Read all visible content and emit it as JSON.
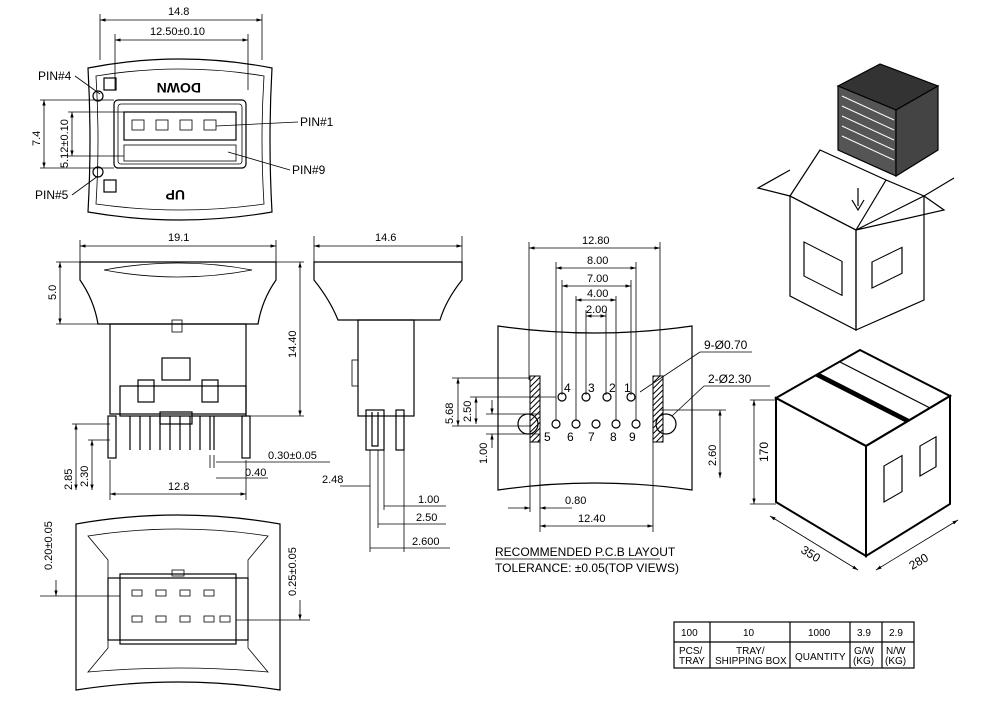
{
  "top_view": {
    "width_overall": "14.8",
    "width_inner": "12.50±0.10",
    "height_outer": "7.4",
    "height_inner": "5.12±0.10",
    "label_down": "DOWN",
    "label_up": "UP",
    "pin4": "PIN#4",
    "pin5": "PIN#5",
    "pin1": "PIN#1",
    "pin9": "PIN#9"
  },
  "front_view": {
    "width": "19.1",
    "flange_height": "5.0",
    "body_height": "14.40",
    "pin_pitch": "0.30±0.05",
    "pin_width": "0.40",
    "leg_2_85": "2.85",
    "leg_2_30": "2.30",
    "base_width": "12.8"
  },
  "side_view": {
    "width": "14.6",
    "d_2_48": "2.48",
    "d_1_00": "1.00",
    "d_2_50": "2.50",
    "d_2_600": "2.600"
  },
  "pcb_layout": {
    "d_12_80": "12.80",
    "d_8_00": "8.00",
    "d_7_00": "7.00",
    "d_4_00": "4.00",
    "d_2_00": "2.00",
    "holes_small": "9-Ø0.70",
    "holes_large": "2-Ø2.30",
    "d_5_68": "5.68",
    "d_2_50": "2.50",
    "d_1_00": "1.00",
    "d_2_60": "2.60",
    "d_0_80": "0.80",
    "d_12_40": "12.40",
    "pins_top": [
      "4",
      "3",
      "2",
      "1"
    ],
    "pins_bottom": [
      "5",
      "6",
      "7",
      "8",
      "9"
    ],
    "title": "RECOMMENDED P.C.B LAYOUT",
    "tolerance": "TOLERANCE: ±0.05(TOP VIEWS)"
  },
  "bottom_view": {
    "d_0_20": "0.20±0.05",
    "d_0_25": "0.25±0.05"
  },
  "box": {
    "height": "170",
    "depth": "350",
    "width": "280"
  },
  "packing_table": {
    "values": [
      "100",
      "10",
      "1000",
      "3.9",
      "2.9"
    ],
    "labels": [
      [
        "PCS/",
        "TRAY"
      ],
      [
        "TRAY/",
        "SHIPPING BOX"
      ],
      [
        "QUANTITY"
      ],
      [
        "G/W",
        "(KG)"
      ],
      [
        "N/W",
        "(KG)"
      ]
    ]
  }
}
